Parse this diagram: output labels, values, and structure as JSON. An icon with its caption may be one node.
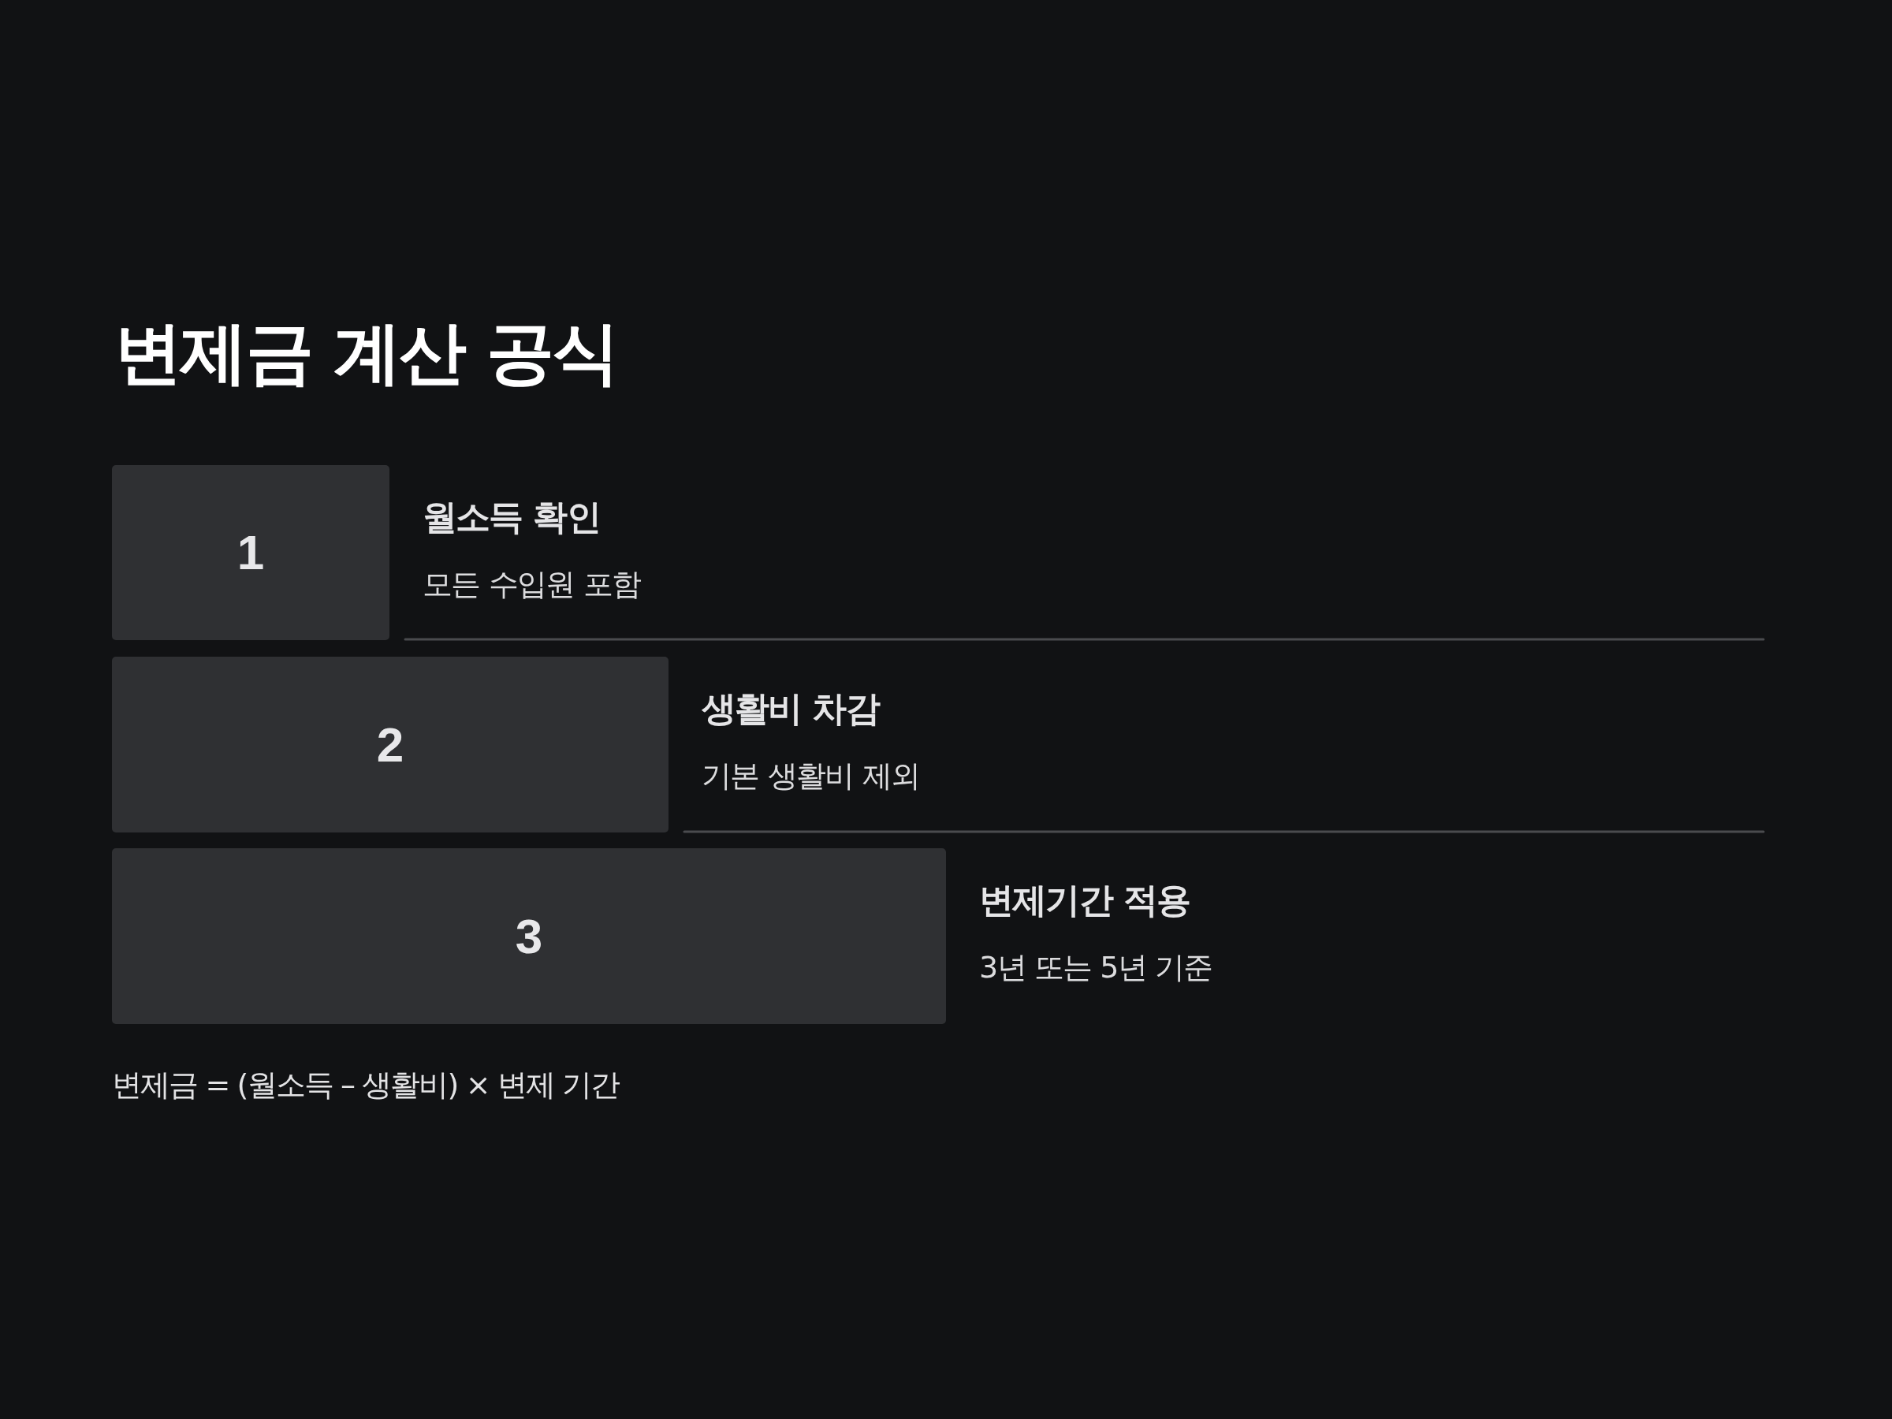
{
  "diagram": {
    "title": "변제금 계산 공식",
    "nodes": [
      {
        "text": [
          "1"
        ],
        "beside": [
          "월소득 확인",
          "모든 수입원 포함"
        ]
      },
      {
        "text": [
          "2"
        ],
        "beside": [
          "생활비 차감",
          "기본 생활비 제외"
        ]
      },
      {
        "text": [
          "3"
        ],
        "beside": [
          "변제기간 적용",
          "3년 또는 5년 기준"
        ]
      }
    ],
    "labels": [
      "변제금 = (월소득 – 생활비) × 변제 기간"
    ]
  }
}
